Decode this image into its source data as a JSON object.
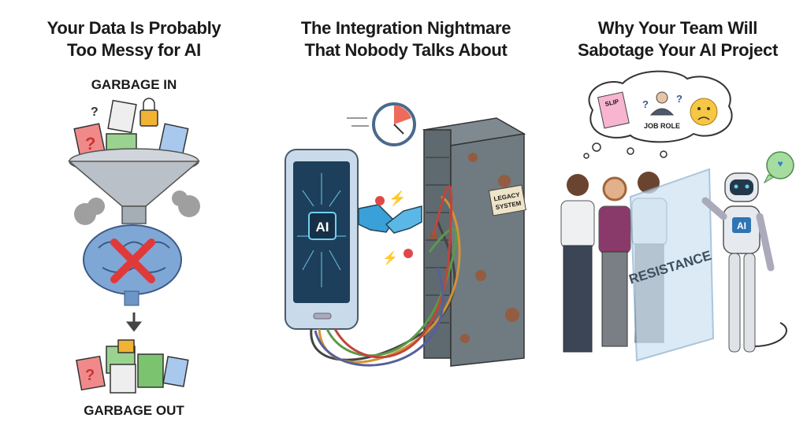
{
  "panels": [
    {
      "title_line1": "Your Data Is Probably",
      "title_line2": "Too Messy for AI",
      "top_label": "GARBAGE IN",
      "bottom_label": "GARBAGE OUT"
    },
    {
      "title_line1": "The Integration Nightmare",
      "title_line2": "That Nobody Talks About",
      "phone_label": "AI",
      "server_label_line1": "LEGACY",
      "server_label_line2": "SYSTEM"
    },
    {
      "title_line1": "Why Your Team Will",
      "title_line2": "Sabotage Your AI Project",
      "slip_label": "SLIP",
      "job_role_label": "JOB ROLE",
      "glass_label": "RESISTANCE",
      "robot_label": "AI"
    }
  ],
  "colors": {
    "text": "#1a1a1a",
    "funnel": "#b9c0c7",
    "brain": "#7fa7d6",
    "cross": "#e0393a",
    "server": "#6f7b80",
    "rust": "#a0522d",
    "glass": "#cfe3f2",
    "robot": "#e6eaee"
  }
}
